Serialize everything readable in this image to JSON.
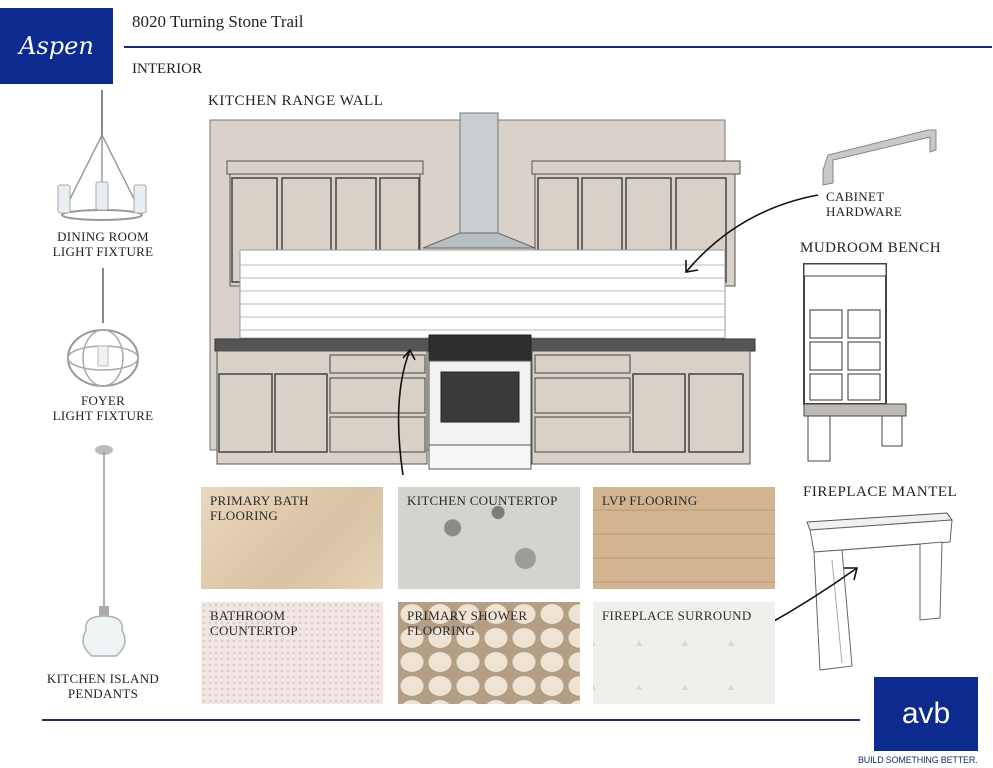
{
  "brand": {
    "logo_text": "Aspen",
    "firm_logo": "avb",
    "tagline": "BUILD SOMETHING BETTER."
  },
  "header": {
    "address": "8020 Turning Stone Trail",
    "section": "INTERIOR"
  },
  "sections": {
    "kitchen_range_wall": "KITCHEN RANGE WALL",
    "mudroom_bench": "MUDROOM BENCH",
    "fireplace_mantel": "FIREPLACE MANTEL"
  },
  "fixtures": [
    {
      "label_line1": "DINING ROOM",
      "label_line2": "LIGHT FIXTURE"
    },
    {
      "label_line1": "FOYER",
      "label_line2": "LIGHT FIXTURE"
    },
    {
      "label_line1": "KITCHEN ISLAND",
      "label_line2": "PENDANTS"
    }
  ],
  "cabinet_hardware": {
    "line1": "CABINET",
    "line2": "HARDWARE"
  },
  "swatches": [
    {
      "line1": "PRIMARY BATH",
      "line2": "FLOORING",
      "color": "#e3cfb3"
    },
    {
      "line1": "KITCHEN COUNTERTOP",
      "line2": "",
      "color": "#cfcfcc"
    },
    {
      "line1": "LVP FLOORING",
      "line2": "",
      "color": "#cdaf8c"
    },
    {
      "line1": "BATHROOM",
      "line2": "COUNTERTOP",
      "color": "#efe3e0"
    },
    {
      "line1": "PRIMARY SHOWER",
      "line2": "FLOORING",
      "color": "#c7b29b"
    },
    {
      "line1": "FIREPLACE SURROUND",
      "line2": "",
      "color": "#dcdfd9"
    }
  ],
  "colors": {
    "brand_blue": "#0d2a8f",
    "rule": "#1b2a6b",
    "cabinet": "#d8d1c8",
    "wall": "#d9d2cb"
  }
}
